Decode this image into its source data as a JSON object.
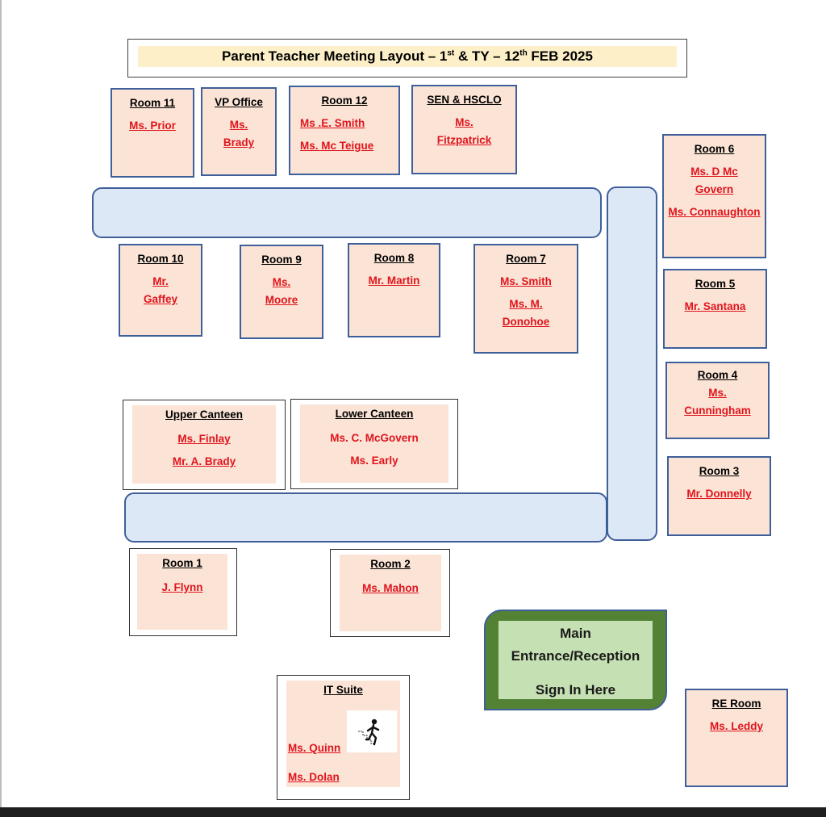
{
  "title": {
    "part1": "Parent Teacher Meeting Layout – 1",
    "sup1": "st",
    "part2": " & TY – 12",
    "sup2": "th",
    "part3": " FEB 2025"
  },
  "rooms": {
    "room11": {
      "name": "Room 11",
      "teachers": [
        "Ms. Prior"
      ]
    },
    "vp_office": {
      "name": "VP Office",
      "teachers": [
        "Ms. Brady"
      ]
    },
    "room12": {
      "name": "Room 12",
      "teachers": [
        "Ms .E. Smith",
        "Ms. Mc Teigue"
      ]
    },
    "sen_hsclo": {
      "name": "SEN & HSCLO",
      "teachers": [
        "Ms. Fitzpatrick"
      ]
    },
    "room6": {
      "name": "Room 6",
      "teachers": [
        "Ms. D Mc Govern",
        "Ms. Connaughton"
      ]
    },
    "room10": {
      "name": "Room 10",
      "teachers": [
        "Mr. Gaffey"
      ]
    },
    "room9": {
      "name": "Room 9",
      "teachers": [
        "Ms. Moore"
      ]
    },
    "room8": {
      "name": "Room 8",
      "teachers": [
        "Mr. Martin"
      ]
    },
    "room7": {
      "name": "Room 7",
      "teachers": [
        "Ms. Smith",
        "Ms. M. Donohoe"
      ]
    },
    "room5": {
      "name": "Room 5",
      "teachers": [
        "Mr.  Santana"
      ]
    },
    "room4": {
      "name": "Room 4",
      "teachers": [
        "Ms. Cunningham"
      ]
    },
    "room3": {
      "name": "Room 3",
      "teachers": [
        "Mr. Donnelly"
      ]
    },
    "upper_canteen": {
      "name": "Upper Canteen",
      "teachers": [
        "Ms. Finlay",
        "Mr. A. Brady"
      ]
    },
    "lower_canteen": {
      "name": "Lower Canteen",
      "teachers": [
        "Ms. C. McGovern",
        "Ms. Early"
      ]
    },
    "room1": {
      "name": "Room 1",
      "teachers": [
        "J. Flynn"
      ]
    },
    "room2": {
      "name": "Room 2",
      "teachers": [
        "Ms. Mahon"
      ]
    },
    "it_suite": {
      "name": "IT Suite",
      "teachers": [
        "Ms. Quinn",
        "Ms. Dolan"
      ]
    },
    "re_room": {
      "name": "RE Room",
      "teachers": [
        "Ms. Leddy"
      ]
    }
  },
  "entrance": {
    "line1": "Main",
    "line2": "Entrance/Reception",
    "line3": "Sign In Here"
  },
  "icons": {
    "stairs": "person-on-stairs-icon"
  },
  "colors": {
    "teacher_text": "#e0141c",
    "room_fill": "#fbe4d6",
    "corridor_fill": "#dde8f6",
    "entrance_outer": "#548235",
    "entrance_inner": "#c5e0b3"
  }
}
